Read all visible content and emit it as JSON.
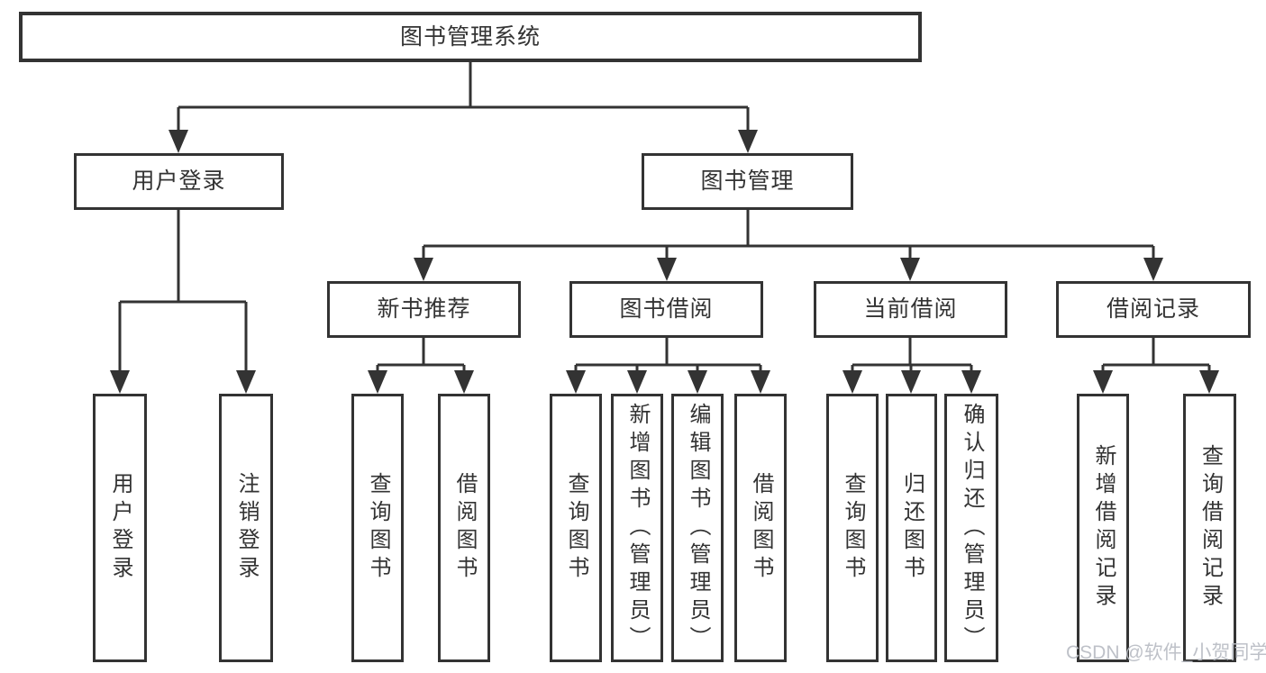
{
  "diagram": {
    "type": "hierarchy-tree",
    "title": "图书管理系统"
  },
  "tree": {
    "label": "图书管理系统",
    "children": [
      {
        "label": "用户登录",
        "children": [
          {
            "label": "用户登录"
          },
          {
            "label": "注销登录"
          }
        ]
      },
      {
        "label": "图书管理",
        "children": [
          {
            "label": "新书推荐",
            "children": [
              {
                "label": "查询图书"
              },
              {
                "label": "借阅图书"
              }
            ]
          },
          {
            "label": "图书借阅",
            "children": [
              {
                "label": "查询图书"
              },
              {
                "label": "新增图书（管理员）"
              },
              {
                "label": "编辑图书（管理员）"
              },
              {
                "label": "借阅图书"
              }
            ]
          },
          {
            "label": "当前借阅",
            "children": [
              {
                "label": "查询图书"
              },
              {
                "label": "归还图书"
              },
              {
                "label": "确认归还（管理员）"
              }
            ]
          },
          {
            "label": "借阅记录",
            "children": [
              {
                "label": "新增借阅记录"
              },
              {
                "label": "查询借阅记录"
              }
            ]
          }
        ]
      }
    ]
  },
  "watermark": {
    "text": "CSDN @软件_小贺同学"
  },
  "colors": {
    "line": "#333333",
    "box_border": "#333333",
    "box_fill": "#ffffff",
    "text": "#333333",
    "background": "#ffffff",
    "watermark": "#babec5"
  }
}
